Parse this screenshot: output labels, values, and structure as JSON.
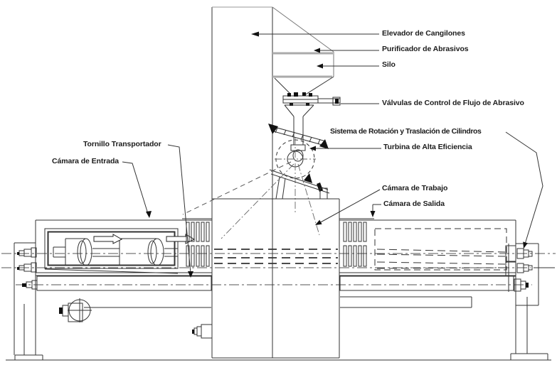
{
  "diagram": {
    "type": "technical-line-drawing",
    "subject": "shot-blasting machine for cylinders (elevation view)",
    "labels": {
      "elevador": "Elevador de Cangilones",
      "purificador": "Purificador de Abrasivos",
      "silo": "Silo",
      "valvulas": "Válvulas de Control de Flujo de Abrasivo",
      "sistema": "Sistema de Rotación y Traslación de Cilindros",
      "turbina": "Turbina de Alta Eficiencia",
      "camara_trabajo": "Cámara de Trabajo",
      "camara_salida": "Cámara de Salida",
      "tornillo": "Tornillo Transportador",
      "camara_entrada": "Cámara de Entrada"
    },
    "colors": {
      "background": "#ffffff",
      "line": "#333333",
      "light_line": "#999999",
      "label_text": "#1c1c1c"
    }
  }
}
